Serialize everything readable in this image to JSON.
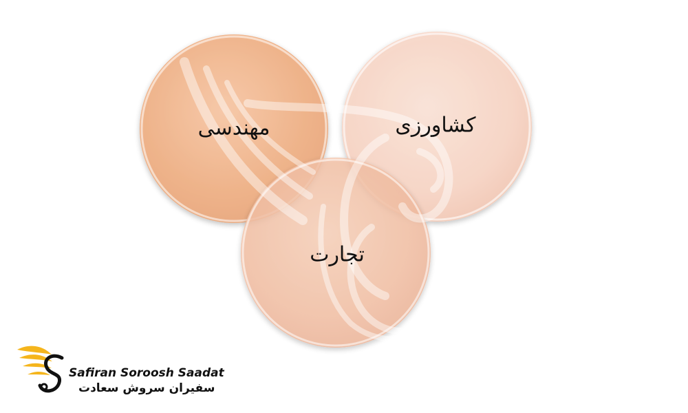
{
  "diagram": {
    "type": "venn",
    "circles": [
      {
        "label": "مهندسی",
        "color": "#f0b48c"
      },
      {
        "label": "کشاورزی",
        "color": "#f8d2c2"
      },
      {
        "label": "تجارت",
        "color": "#f3bfa4"
      }
    ]
  },
  "logo": {
    "name_en": "Safiran Soroosh Saadat",
    "name_fa": "سفیران سروش سعادت",
    "wing_color": "#f5b51c",
    "icon": "swan-wing-logo-icon"
  },
  "watermark": {
    "icon": "swan-wing-watermark-icon"
  }
}
